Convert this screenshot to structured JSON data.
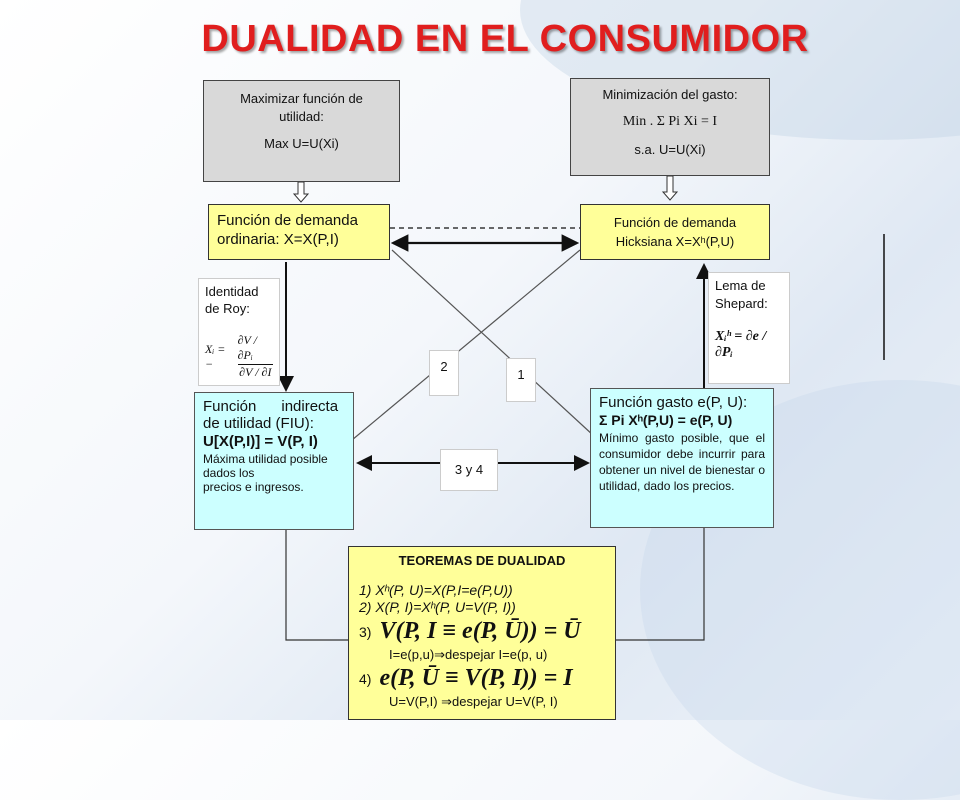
{
  "title": "DUALIDAD EN EL CONSUMIDOR",
  "max_box": {
    "line1": "Maximizar función de",
    "line2": "utilidad:",
    "formula": "Max U=U(Xi)"
  },
  "min_box": {
    "line1": "Minimización del gasto:",
    "formula": "Min . Σ Pi Xi = I",
    "constraint": "s.a. U=U(Xi)"
  },
  "ordinary_demand": {
    "line1": "Función de demanda",
    "line2": "ordinaria: X=X(P,I)"
  },
  "hicksian_demand": {
    "line1": "Función de demanda",
    "line2": "Hicksiana X=Xʰ(P,U)"
  },
  "roy": {
    "label": "Identidad de Roy:",
    "formula_lhs": "Xᵢ = −",
    "num": "∂V / ∂Pᵢ",
    "den": "∂V / ∂I"
  },
  "shepard": {
    "label": "Lema de Shepard:",
    "formula": "Xᵢʰ = ∂e / ∂Pᵢ"
  },
  "numbers": {
    "two": "2",
    "one": "1",
    "three_four": "3 y 4"
  },
  "indirect_utility": {
    "line1": "Función      indirecta",
    "line2": "de utilidad (FIU):",
    "equation": "U[X(P,I)] = V(P, I)",
    "desc1": "Máxima utilidad posible",
    "desc2": "dados los",
    "desc3": "precios e ingresos."
  },
  "expenditure": {
    "line1": "Función gasto e(P, U):",
    "equation": "Σ Pi Xʰ(P,U) = e(P, U)",
    "desc": "Mínimo gasto posible, que el consumidor debe incurrir para obtener un nivel de bienestar o utilidad, dado los precios."
  },
  "theorems": {
    "heading": "TEOREMAS DE DUALIDAD",
    "t1": "1)  Xʰ(P, U)=X(P,I=e(P,U))",
    "t2": "2)  X(P, I)=Xʰ(P, U=V(P, I))",
    "t3_num": "3)",
    "t3_formula": "V(P, I ≡ e(P, Ū)) = Ū",
    "t3_note": "I=e(p,u)⇒despejar  I=e(p, u)",
    "t4_num": "4)",
    "t4_formula": "e(P, Ū ≡ V(P, I)) = I",
    "t4_note": "U=V(P,I)  ⇒despejar U=V(P, I)"
  },
  "colors": {
    "title": "#e01e1e",
    "grey_box": "#d9d9d9",
    "yellow_box": "#ffff99",
    "blue_box": "#ccffff"
  }
}
